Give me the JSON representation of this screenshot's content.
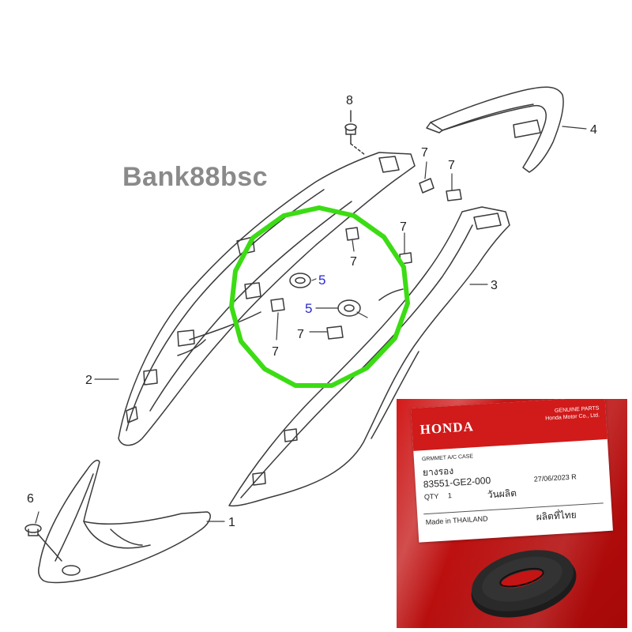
{
  "watermark": "Bank88bsc",
  "callouts": {
    "c1": "1",
    "c2": "2",
    "c3": "3",
    "c4": "4",
    "c5a": "5",
    "c5b": "5",
    "c6": "6",
    "c7a": "7",
    "c7b": "7",
    "c7c": "7",
    "c7d": "7",
    "c7e": "7",
    "c7f": "7",
    "c8": "8"
  },
  "colors": {
    "line": "#3a3a3a",
    "highlight": "#3cdc14",
    "callout_highlight": "#2a2ad0",
    "bag_red": "#c41414",
    "label_red": "#d11a1a"
  },
  "label": {
    "brand": "HONDA",
    "genuine_line1": "GENUINE PARTS",
    "genuine_line2": "Honda Motor Co., Ltd.",
    "part_name_en": "GRMMET A/C CASE",
    "part_name_th": "ยางรอง",
    "part_number": "83551-GE2-000",
    "date": "27/06/2023 R",
    "qty_label": "QTY",
    "qty_value": "1",
    "mfg_date_th": "วันผลิต",
    "made_in": "Made in THAILAND",
    "made_in_th": "ผลิตที่ไทย"
  }
}
